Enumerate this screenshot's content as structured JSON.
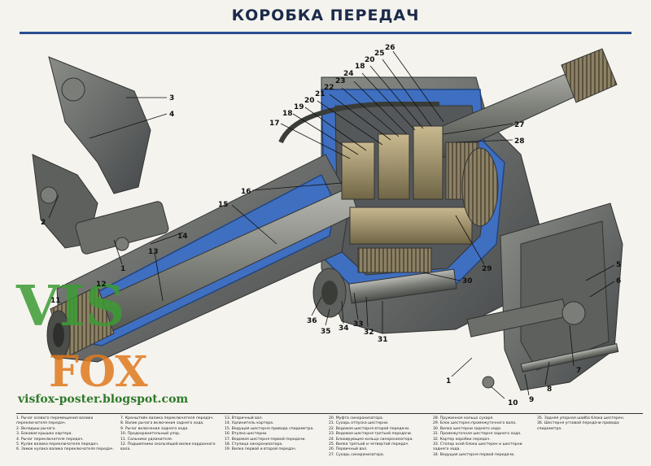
{
  "title": "КОРОБКА ПЕРЕДАЧ",
  "watermark": {
    "logo_top": "VIS",
    "logo_bottom": "FOX",
    "url": "visfox-poster.blogspot.com"
  },
  "colors": {
    "title": "#1b2a4a",
    "rule": "#2a4d8f",
    "housing": "#6b6f6a",
    "cutaway": "#3f6fc0",
    "shaft": "#8a8c86",
    "gear": "#9a8e70",
    "logo_green": "#3d9b35",
    "logo_orange": "#e07a1f"
  },
  "callouts": [
    "1",
    "2",
    "3",
    "4",
    "5",
    "6",
    "7",
    "8",
    "9",
    "10",
    "11",
    "12",
    "13",
    "14",
    "15",
    "16",
    "17",
    "18",
    "19",
    "20",
    "21",
    "22",
    "23",
    "24",
    "25",
    "26",
    "27",
    "28",
    "29",
    "30",
    "31",
    "32",
    "33",
    "34",
    "35",
    "36"
  ],
  "legend": [
    [
      "1. Рычаг осевого перемещения валика переключателя передач.",
      "2. Вкладыш рычага.",
      "3. Боковая крышка картера.",
      "4. Рычаг переключателя передач.",
      "5. Кулак валика переключателя передач.",
      "6. Замок кулака валика переключателя передач."
    ],
    [
      "7. Кронштейн валика переключателя передач.",
      "8. Валик рычага включения заднего хода.",
      "9. Рычаг включения заднего хода.",
      "10. Предохранительный упор.",
      "11. Сальники удлинителя.",
      "12. Подшипники скользящей вилки карданного вала."
    ],
    [
      "13. Вторичный вал.",
      "14. Удлинитель картера.",
      "15. Ведущая шестерня привода спидометра.",
      "16. Втулка шестерни.",
      "17. Ведомая шестерня первой передачи.",
      "18. Ступица синхронизатора.",
      "19. Вилка первой и второй передач."
    ],
    [
      "20. Муфта синхронизатора.",
      "21. Сухарь отпуска шестерни.",
      "22. Ведомая шестерня второй передачи.",
      "23. Ведомая шестерня третьей передачи.",
      "24. Блокирующее кольцо синхронизатора.",
      "25. Вилка третьей и четвертой передач.",
      "26. Первичный вал.",
      "27. Сухарь синхронизатора."
    ],
    [
      "28. Пружинное кольцо сухаря.",
      "29. Блок шестерен промежуточного вала.",
      "30. Вилка шестерни заднего хода.",
      "31. Промежуточная шестерня заднего хода.",
      "32. Картер коробки передач.",
      "33. Стопор осей блока шестерен и шестерни заднего хода.",
      "34. Ведущая шестерня первой передачи."
    ],
    [
      "35. Задняя упорная шайба блока шестерен.",
      "36. Шестерня угловой передачи привода спидометра."
    ]
  ]
}
